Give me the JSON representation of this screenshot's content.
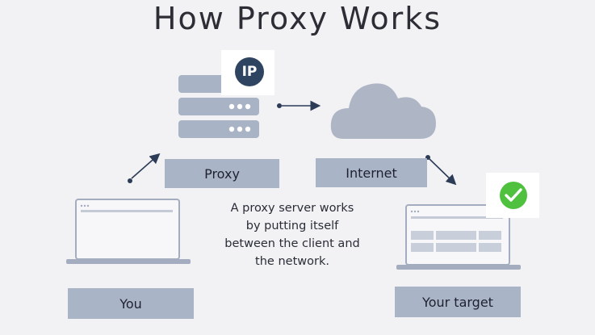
{
  "title": "How Proxy Works",
  "labels": {
    "proxy": "Proxy",
    "internet": "Internet",
    "you": "You",
    "target": "Your target"
  },
  "badge": {
    "ip": "IP"
  },
  "description": [
    "A proxy server works",
    "by putting itself",
    "between the client and",
    "the network."
  ],
  "colors": {
    "background": "#f2f2f4",
    "node_fill": "#aab4c7",
    "server_block": "#a9b3c6",
    "cloud": "#aeb6c6",
    "ip_badge": "#2e4460",
    "check_badge": "#4fc13f",
    "arrow": "#2c3b56",
    "laptop_outline": "#a4adbf"
  },
  "icons": [
    "server-icon",
    "ip-badge-icon",
    "cloud-icon",
    "laptop-icon",
    "checkmark-icon",
    "arrow-icon"
  ]
}
